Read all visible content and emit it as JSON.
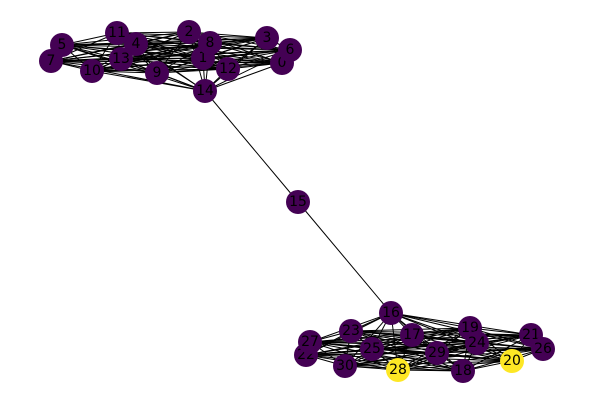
{
  "graph": {
    "colors": {
      "default_node": "#440154",
      "highlight_node": "#fde725",
      "edge": "#000000"
    },
    "highlighted_nodes": [
      "20",
      "28"
    ],
    "nodes": [
      {
        "id": "0"
      },
      {
        "id": "1"
      },
      {
        "id": "2"
      },
      {
        "id": "3"
      },
      {
        "id": "4"
      },
      {
        "id": "5"
      },
      {
        "id": "6"
      },
      {
        "id": "7"
      },
      {
        "id": "8"
      },
      {
        "id": "9"
      },
      {
        "id": "10"
      },
      {
        "id": "11"
      },
      {
        "id": "12"
      },
      {
        "id": "13"
      },
      {
        "id": "14"
      },
      {
        "id": "15"
      },
      {
        "id": "16"
      },
      {
        "id": "17"
      },
      {
        "id": "18"
      },
      {
        "id": "19"
      },
      {
        "id": "20"
      },
      {
        "id": "21"
      },
      {
        "id": "22"
      },
      {
        "id": "23"
      },
      {
        "id": "24"
      },
      {
        "id": "25"
      },
      {
        "id": "26"
      },
      {
        "id": "27"
      },
      {
        "id": "28"
      },
      {
        "id": "29"
      },
      {
        "id": "30"
      }
    ],
    "bridge_edges": [
      [
        "14",
        "15"
      ],
      [
        "15",
        "16"
      ]
    ],
    "clusters": [
      [
        "0",
        "1",
        "2",
        "3",
        "4",
        "5",
        "6",
        "7",
        "8",
        "9",
        "10",
        "11",
        "12",
        "13",
        "14"
      ],
      [
        "16",
        "17",
        "18",
        "19",
        "20",
        "21",
        "22",
        "23",
        "24",
        "25",
        "26",
        "27",
        "28",
        "29",
        "30"
      ]
    ]
  }
}
